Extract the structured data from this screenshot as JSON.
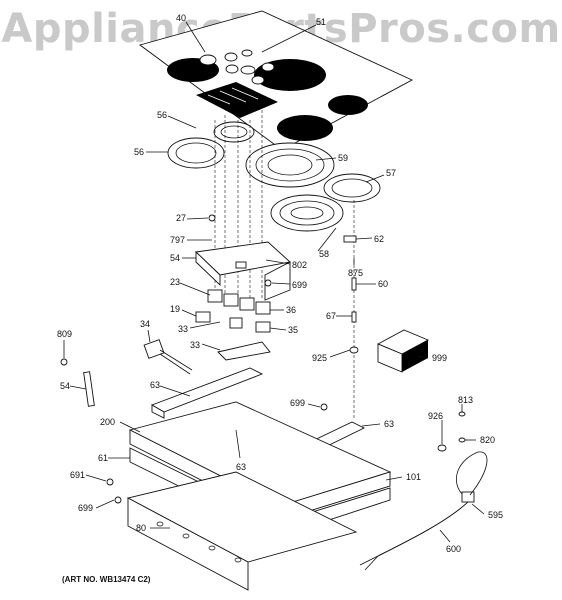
{
  "watermark": "AppliancePartsPros.com",
  "art_number": "(ART NO. WB13474 C2)",
  "callouts": [
    {
      "id": "c40",
      "text": "40"
    },
    {
      "id": "c51",
      "text": "51"
    },
    {
      "id": "c56a",
      "text": "56"
    },
    {
      "id": "c56b",
      "text": "56"
    },
    {
      "id": "c59",
      "text": "59"
    },
    {
      "id": "c57",
      "text": "57"
    },
    {
      "id": "c27",
      "text": "27"
    },
    {
      "id": "c797",
      "text": "797"
    },
    {
      "id": "c58",
      "text": "58"
    },
    {
      "id": "c62",
      "text": "62"
    },
    {
      "id": "c54a",
      "text": "54"
    },
    {
      "id": "c802",
      "text": "802"
    },
    {
      "id": "c875",
      "text": "875"
    },
    {
      "id": "c23",
      "text": "23"
    },
    {
      "id": "c699a",
      "text": "699"
    },
    {
      "id": "c60",
      "text": "60"
    },
    {
      "id": "c19",
      "text": "19"
    },
    {
      "id": "c36",
      "text": "36"
    },
    {
      "id": "c34",
      "text": "34"
    },
    {
      "id": "c33a",
      "text": "33"
    },
    {
      "id": "c35",
      "text": "35"
    },
    {
      "id": "c67",
      "text": "67"
    },
    {
      "id": "c809",
      "text": "809"
    },
    {
      "id": "c33b",
      "text": "33"
    },
    {
      "id": "c925",
      "text": "925"
    },
    {
      "id": "c999",
      "text": "999"
    },
    {
      "id": "c54b",
      "text": "54"
    },
    {
      "id": "c63a",
      "text": "63"
    },
    {
      "id": "c699b",
      "text": "699"
    },
    {
      "id": "c926",
      "text": "926"
    },
    {
      "id": "c813",
      "text": "813"
    },
    {
      "id": "c200",
      "text": "200"
    },
    {
      "id": "c63b",
      "text": "63"
    },
    {
      "id": "c820",
      "text": "820"
    },
    {
      "id": "c61",
      "text": "61"
    },
    {
      "id": "c63c",
      "text": "63"
    },
    {
      "id": "c101",
      "text": "101"
    },
    {
      "id": "c691",
      "text": "691"
    },
    {
      "id": "c699c",
      "text": "699"
    },
    {
      "id": "c595",
      "text": "595"
    },
    {
      "id": "c80",
      "text": "80"
    },
    {
      "id": "c600",
      "text": "600"
    }
  ]
}
